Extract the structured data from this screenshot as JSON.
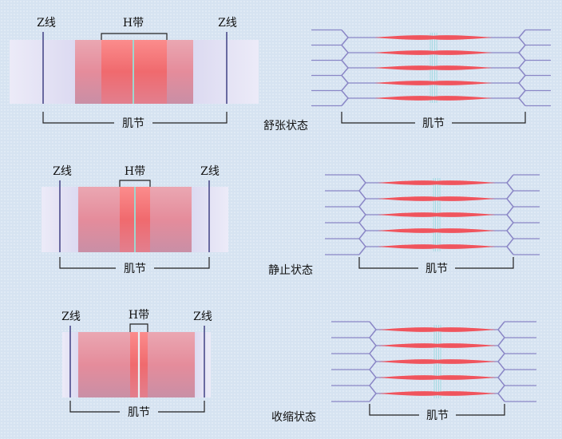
{
  "diagram": {
    "panels": [
      {
        "key": "relaxed",
        "state_label": "舒张状态",
        "z_line_label": "Z线",
        "h_band_label": "H带",
        "sarcomere_label": "肌节"
      },
      {
        "key": "resting",
        "state_label": "静止状态",
        "z_line_label": "Z线",
        "h_band_label": "H带",
        "sarcomere_label": "肌节"
      },
      {
        "key": "contracted",
        "state_label": "收缩状态",
        "z_line_label": "Z线",
        "h_band_label": "H带",
        "sarcomere_label": "肌节"
      }
    ]
  }
}
